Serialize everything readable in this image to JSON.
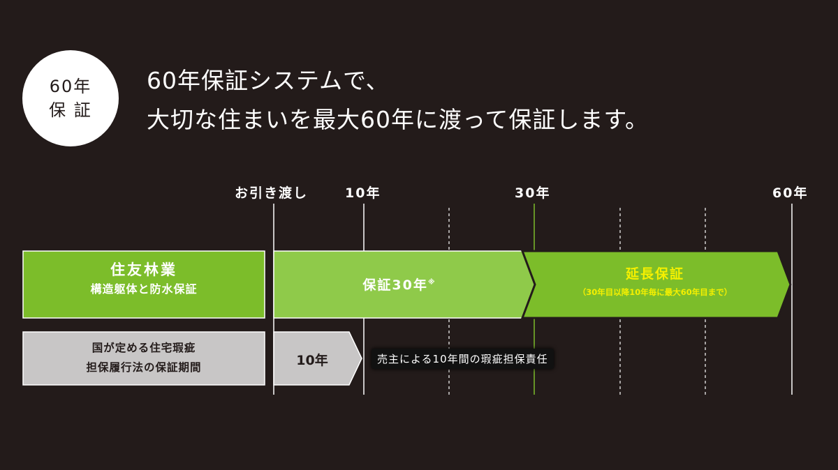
{
  "badge": {
    "line1": "60年",
    "line2": "保 証"
  },
  "headline": {
    "line1": "60年保証システムで、",
    "line2": "大切な住まいを最大60年に渡って保証します。"
  },
  "timeline_labels": {
    "handover": "お引き渡し",
    "y10": "10年",
    "y30": "30年",
    "y60": "60年"
  },
  "row1": {
    "company": "住友林業",
    "company_sub": "構造躯体と防水保証",
    "guarantee": "保証30年",
    "guarantee_mark": "※",
    "extension": "延長保証",
    "extension_sub": "（30年目以降10年毎に最大60年目まで）"
  },
  "row2": {
    "law_line1": "国が定める住宅瑕疵",
    "law_line2": "担保履行法の保証期間",
    "period": "10年",
    "note": "売主による10年間の瑕疵担保責任"
  },
  "colors": {
    "background": "#231b1a",
    "green": "#7cbd2a",
    "light_green": "#8fca4a",
    "gray": "#c8c6c6",
    "yellow": "#f5f000"
  }
}
